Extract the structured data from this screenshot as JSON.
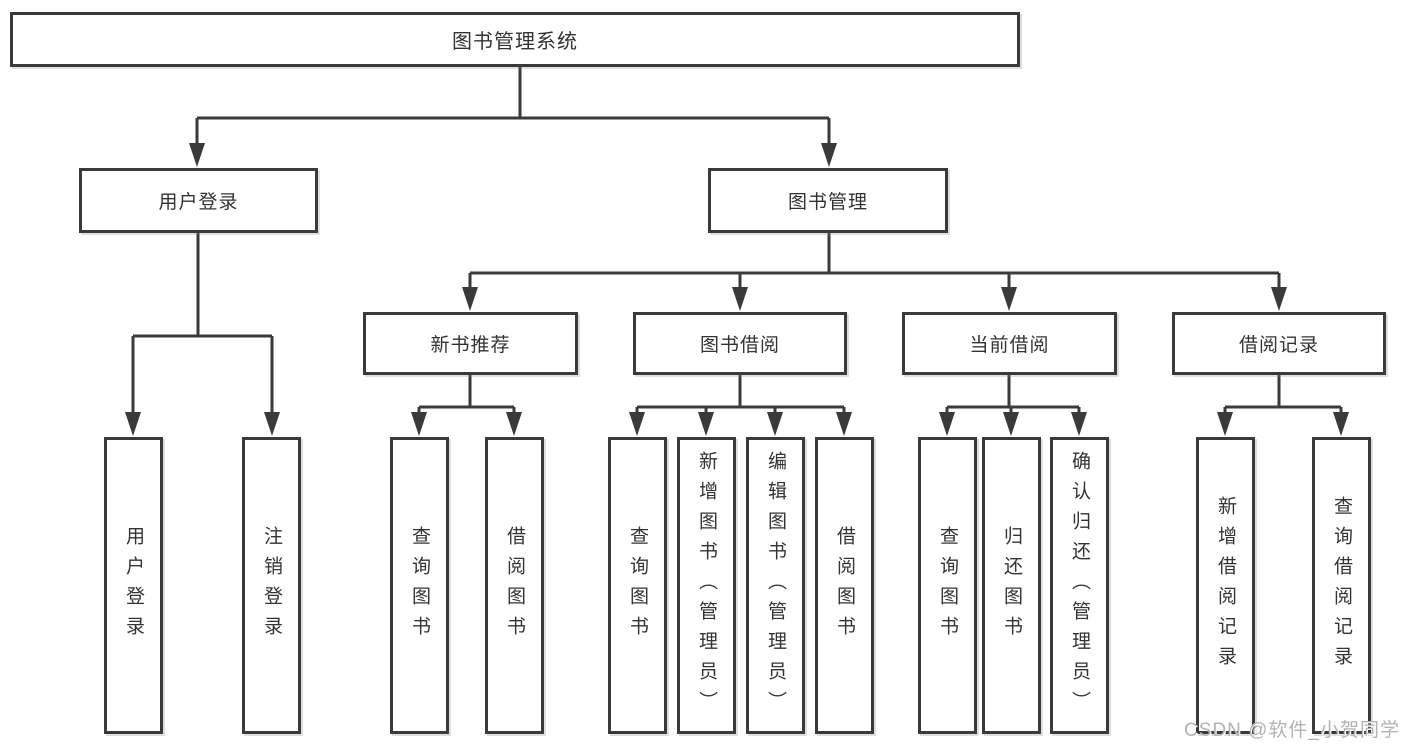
{
  "diagram_title": "图书管理系统",
  "tree": {
    "label": "图书管理系统",
    "children": [
      {
        "label": "用户登录",
        "children": [
          {
            "label": "用户登录"
          },
          {
            "label": "注销登录"
          }
        ]
      },
      {
        "label": "图书管理",
        "children": [
          {
            "label": "新书推荐",
            "children": [
              {
                "label": "查询图书"
              },
              {
                "label": "借阅图书"
              }
            ]
          },
          {
            "label": "图书借阅",
            "children": [
              {
                "label": "查询图书"
              },
              {
                "label": "新增图书（管理员）"
              },
              {
                "label": "编辑图书（管理员）"
              },
              {
                "label": "借阅图书"
              }
            ]
          },
          {
            "label": "当前借阅",
            "children": [
              {
                "label": "查询图书"
              },
              {
                "label": "归还图书"
              },
              {
                "label": "确认归还（管理员）"
              }
            ]
          },
          {
            "label": "借阅记录",
            "children": [
              {
                "label": "新增借阅记录"
              },
              {
                "label": "查询借阅记录"
              }
            ]
          }
        ]
      }
    ]
  },
  "watermark": {
    "text": "CSDN @软件_小贺同学"
  },
  "colors": {
    "line": "#3a3a3a",
    "box_border": "#3a3a3a",
    "text": "#333333",
    "background": "#ffffff",
    "watermark": "#b3b3b3"
  }
}
